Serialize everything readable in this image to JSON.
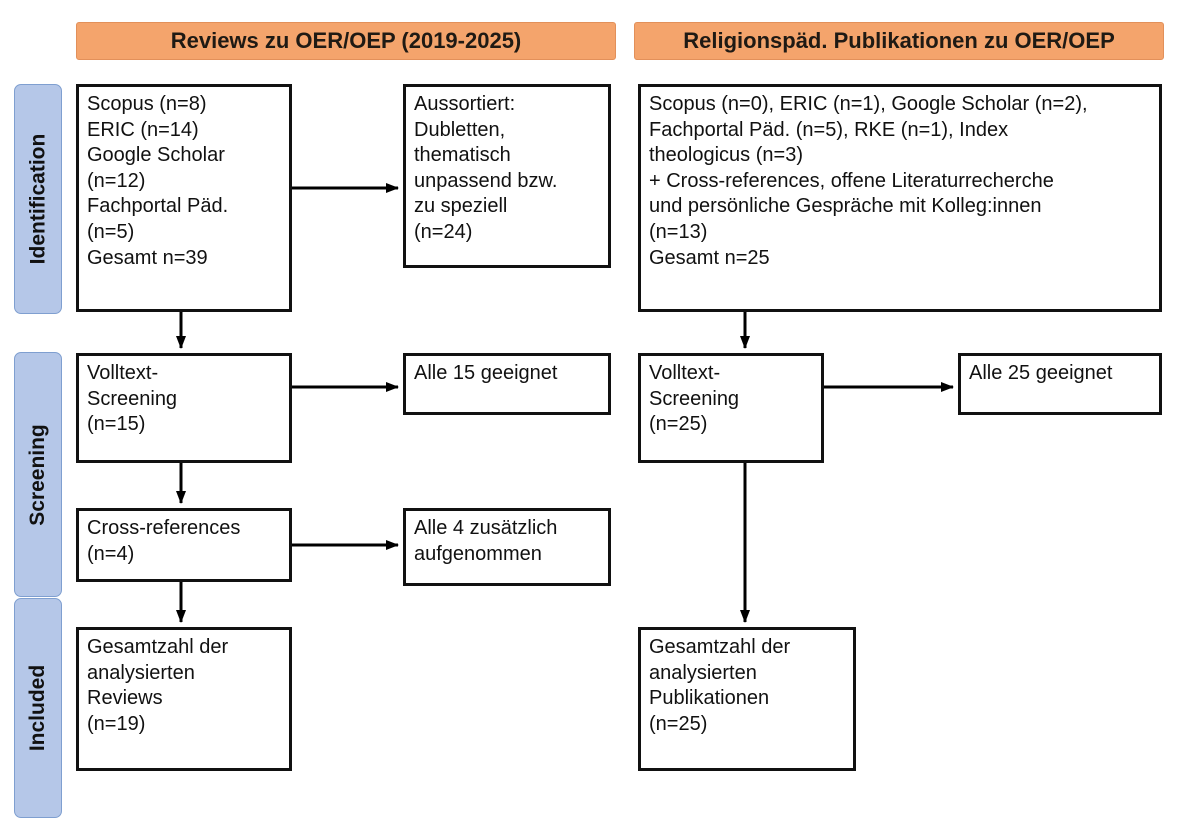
{
  "diagram": {
    "headers": {
      "left": "Reviews zu OER/OEP (2019-2025)",
      "right": "Religionspäd. Publikationen zu OER/OEP"
    },
    "stages": {
      "identification": "Identification",
      "screening": "Screening",
      "included": "Included"
    },
    "left": {
      "sources": "Scopus (n=8)\nERIC (n=14)\nGoogle Scholar\n(n=12)\nFachportal Päd.\n(n=5)\nGesamt n=39",
      "excluded": "Aussortiert:\nDubletten,\nthematisch\nunpassend bzw.\nzu speziell\n(n=24)",
      "fulltext_screening": "Volltext-\nScreening\n(n=15)",
      "eligible": "Alle 15 geeignet",
      "cross_references": "Cross-references\n(n=4)",
      "added": "Alle 4 zusätzlich\naufgenommen",
      "total": "Gesamtzahl der\nanalysierten\nReviews\n(n=19)"
    },
    "right": {
      "sources": "Scopus (n=0), ERIC (n=1), Google Scholar (n=2),\nFachportal Päd. (n=5), RKE (n=1), Index\ntheologicus (n=3)\n+ Cross-references, offene Literaturrecherche\nund persönliche Gespräche mit Kolleg:innen\n(n=13)\nGesamt n=25",
      "fulltext_screening": "Volltext-\nScreening\n(n=25)",
      "eligible": "Alle 25 geeignet",
      "total": "Gesamtzahl der\nanalysierten\nPublikationen\n(n=25)"
    },
    "colors": {
      "header_bg": "#F4A46C",
      "stage_bg": "#B5C7E8",
      "box_bg": "#FFFFFF",
      "border": "#111111",
      "arrow": "#000000"
    }
  }
}
